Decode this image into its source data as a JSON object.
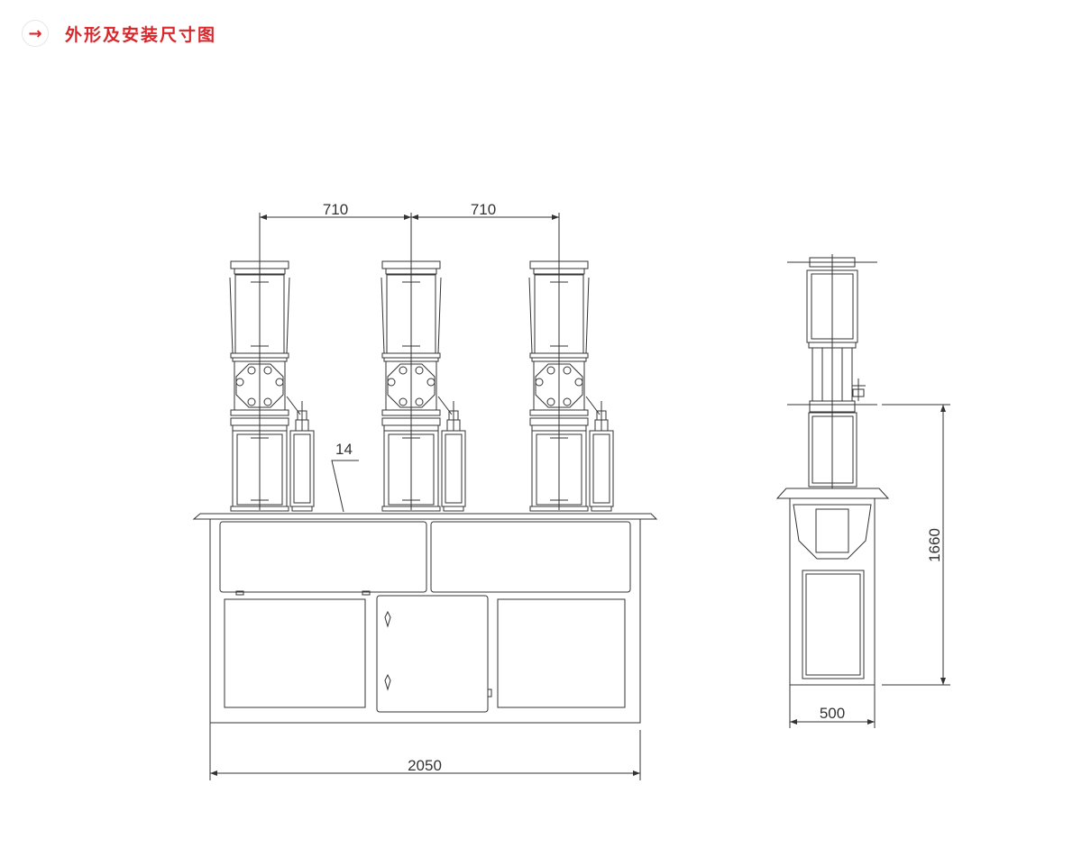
{
  "header": {
    "icon": "arrow-right-icon",
    "title": "外形及安装尺寸图"
  },
  "drawing": {
    "front_view": {
      "dim_pole_spacing_left": "710",
      "dim_pole_spacing_right": "710",
      "dim_total_width": "2050",
      "dim_label_14": "14"
    },
    "side_view": {
      "dim_depth": "500",
      "dim_height": "1660"
    }
  },
  "colors": {
    "accent": "#d9262b",
    "line": "#333333"
  }
}
